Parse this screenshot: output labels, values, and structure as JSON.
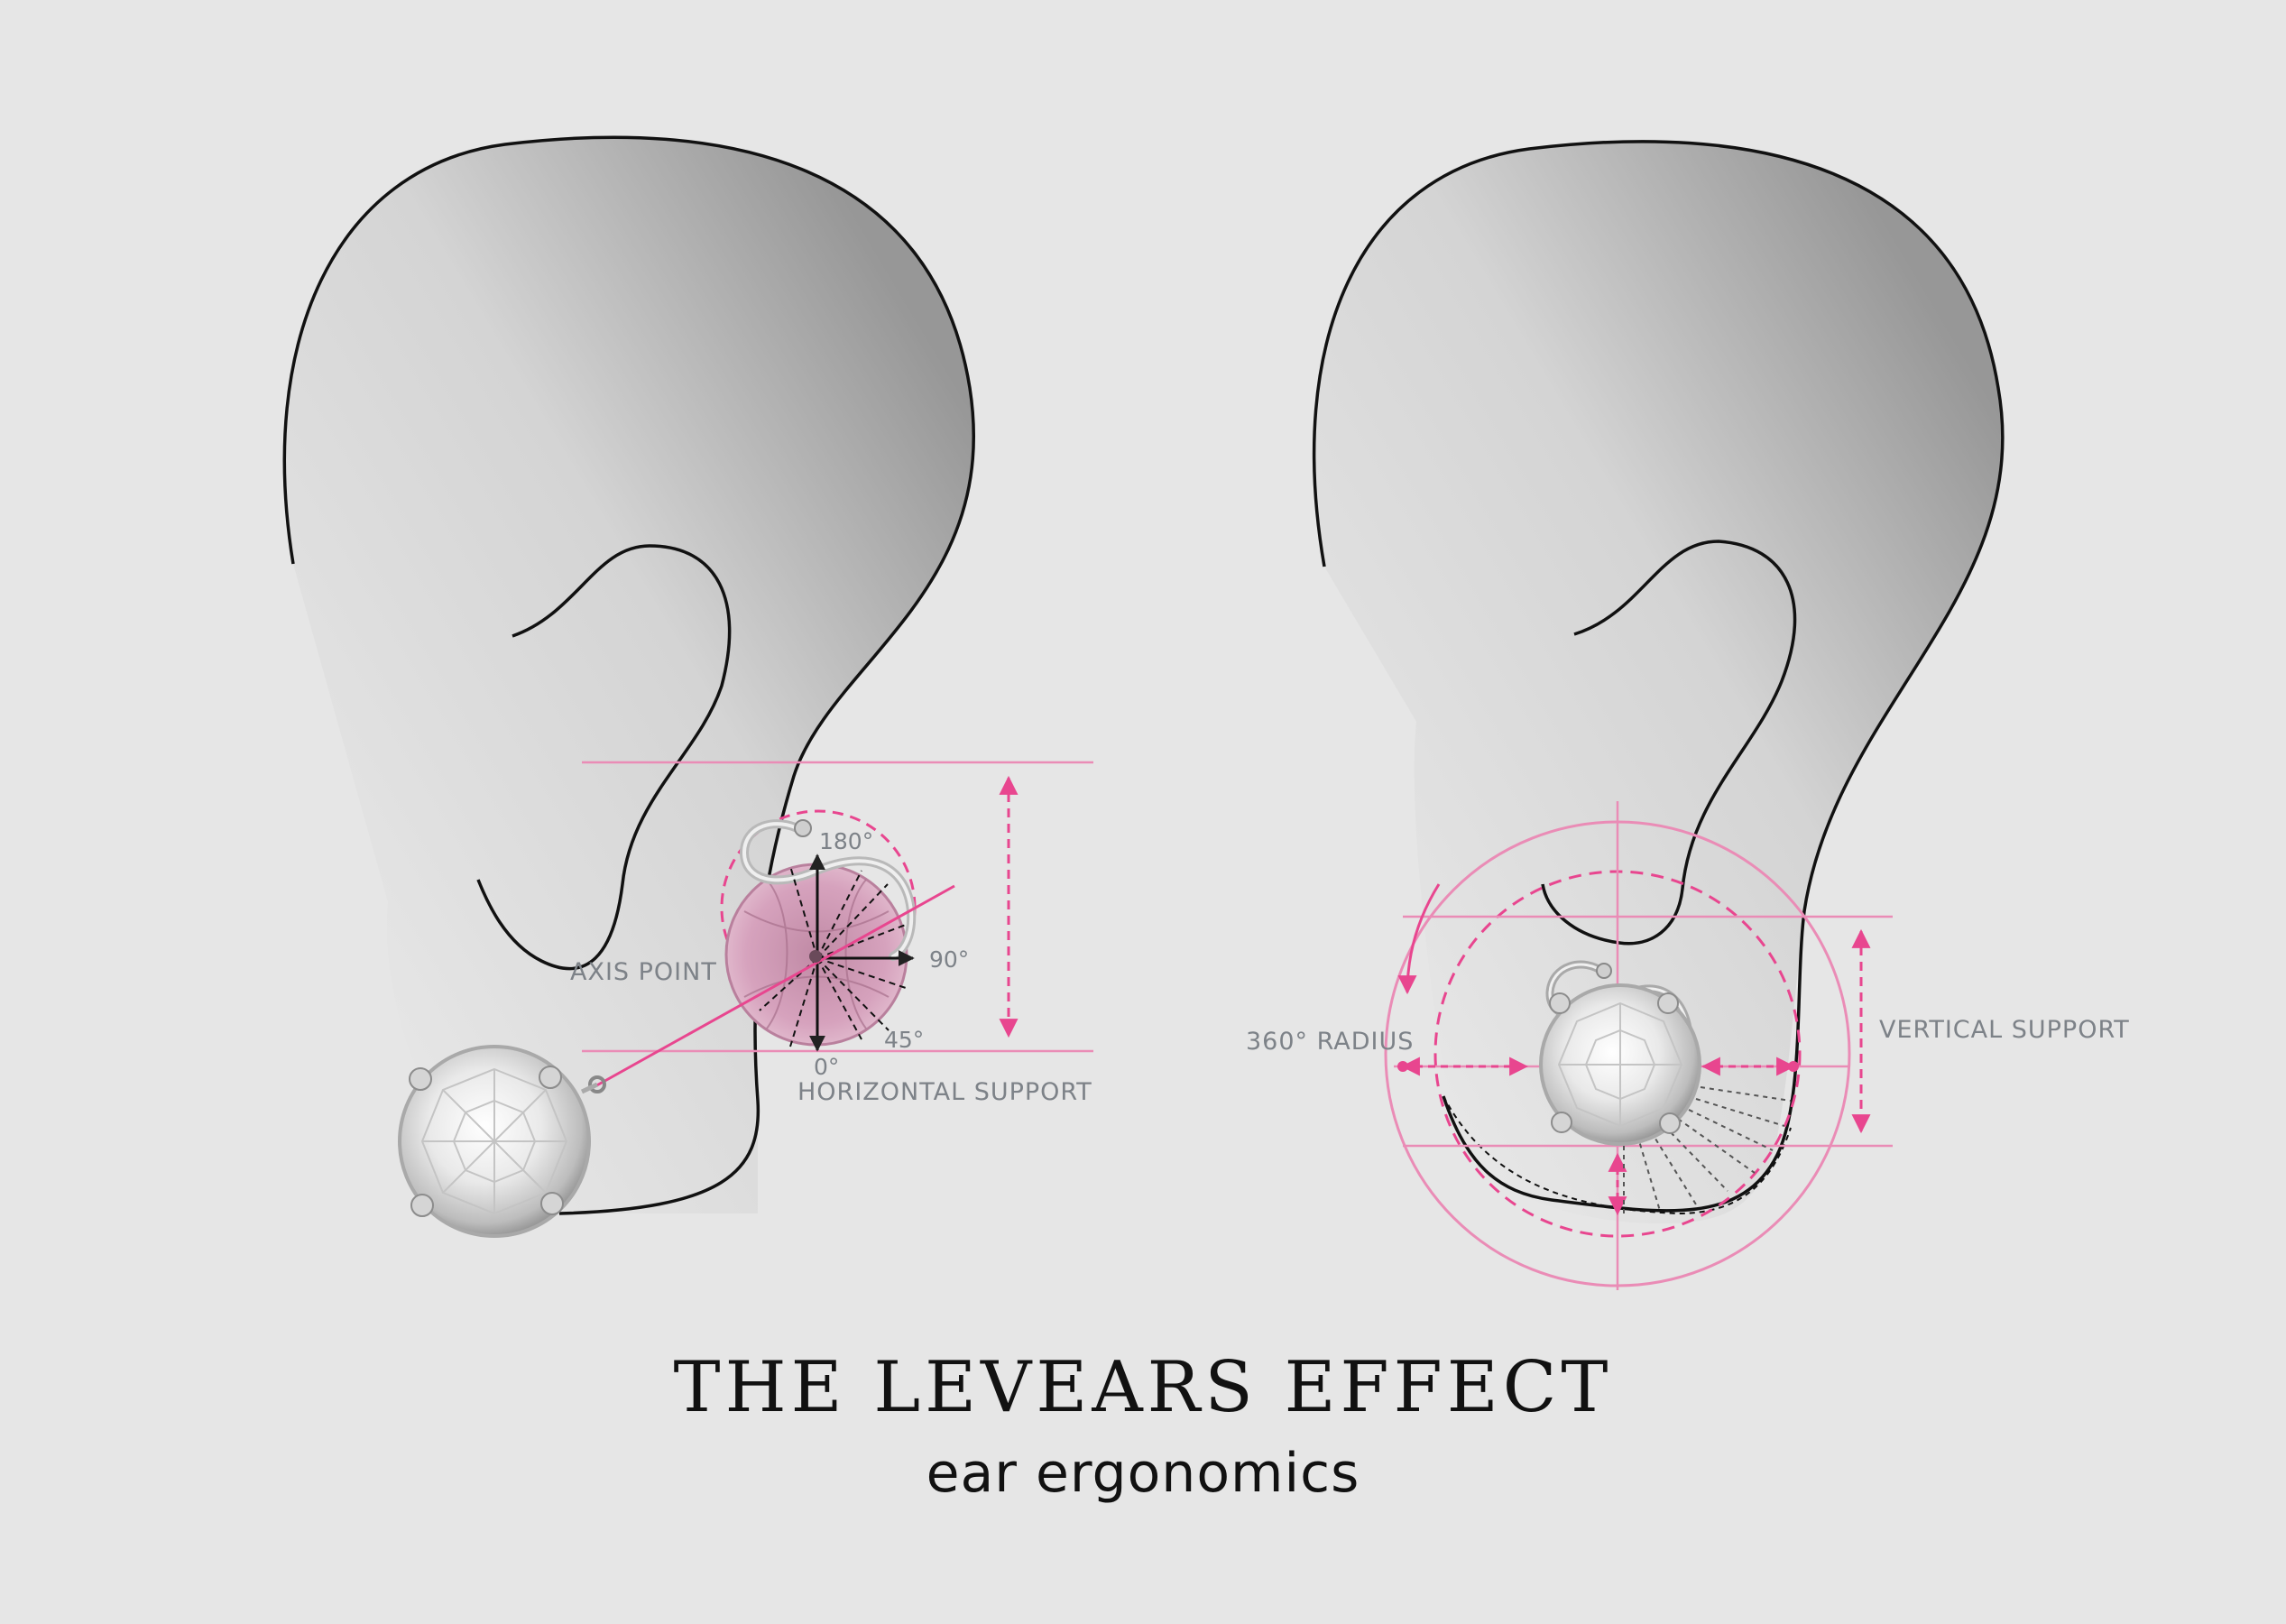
{
  "title": "THE LEVEARS EFFECT",
  "subtitle": "ear ergonomics",
  "left_figure": {
    "labels": {
      "axis_point": "AXIS POINT",
      "horizontal_support": "HORIZONTAL SUPPORT",
      "deg_180": "180°",
      "deg_90": "90°",
      "deg_45": "45°",
      "deg_0": "0°"
    }
  },
  "right_figure": {
    "labels": {
      "radius": "360° RADIUS",
      "vertical_support": "VERTICAL SUPPORT"
    }
  },
  "colors": {
    "accent": "#e8468f",
    "guide": "#ea8cb6",
    "outline": "#111111",
    "label": "#7d8288",
    "background": "#e6e6e6",
    "back_pink": "#dba2bf"
  }
}
